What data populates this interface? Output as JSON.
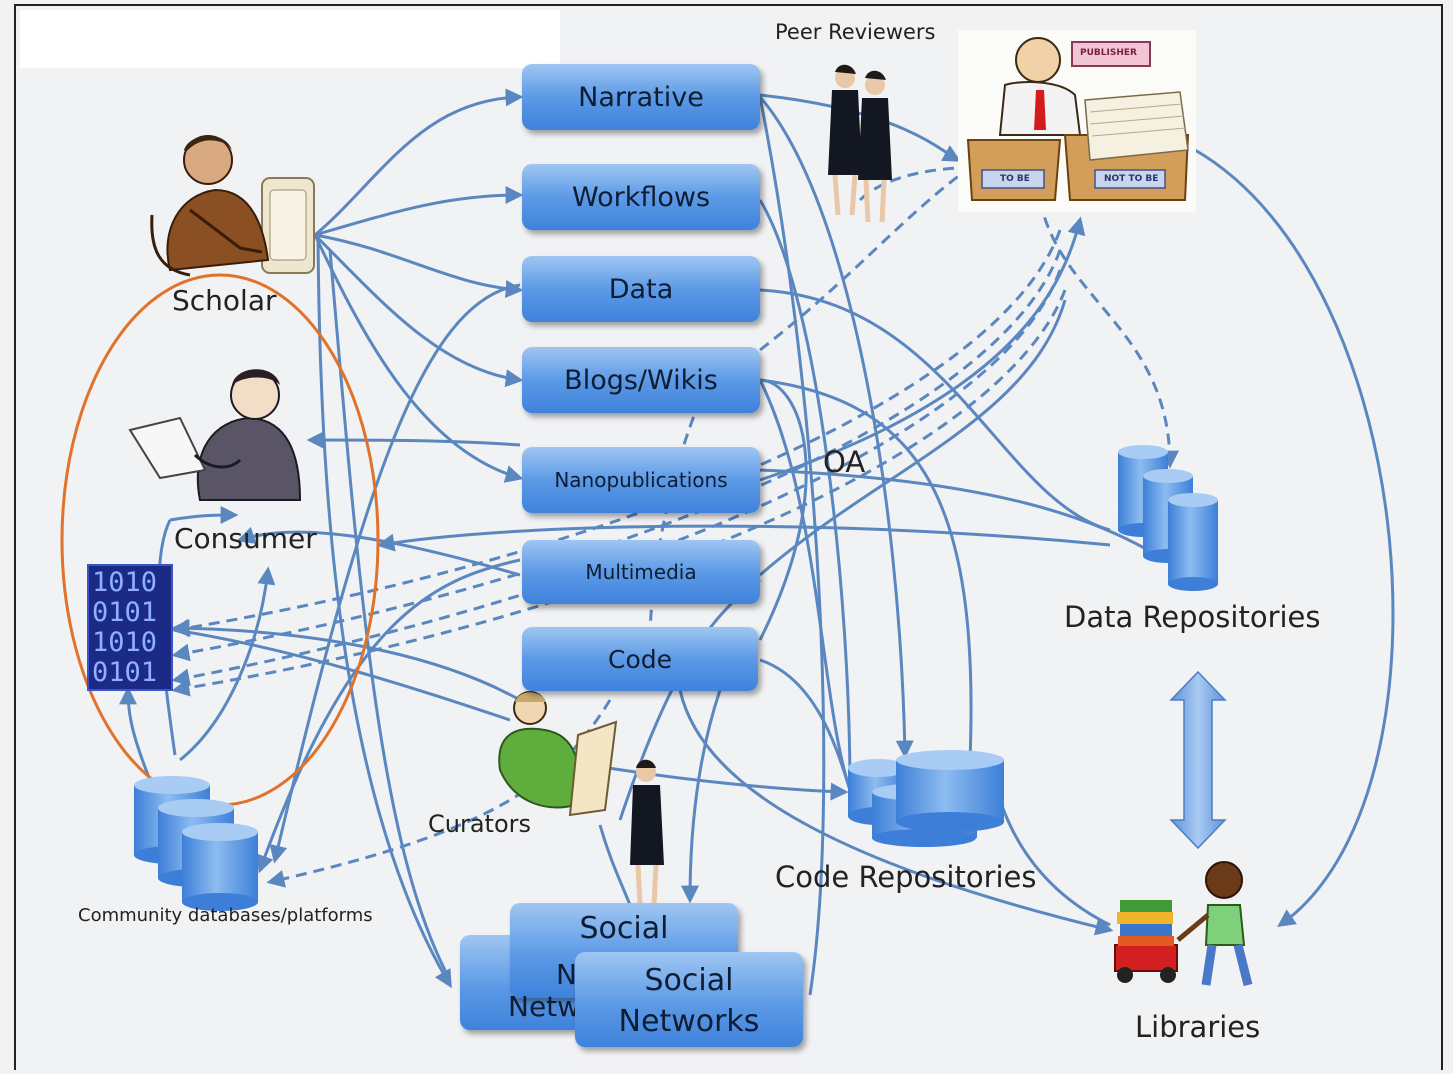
{
  "nodes": {
    "narrative": "Narrative",
    "workflows": "Workflows",
    "data": "Data",
    "blogs_wikis": "Blogs/Wikis",
    "nanopublications": "Nanopublications",
    "multimedia": "Multimedia",
    "code": "Code"
  },
  "actors": {
    "peer_reviewers": "Peer Reviewers",
    "scholar": "Scholar",
    "consumer": "Consumer",
    "curators": "Curators",
    "data_repositories": "Data Repositories",
    "code_repositories": "Code Repositories",
    "libraries": "Libraries",
    "community": "Community databases/platforms",
    "oa": "OA",
    "publisher_sign": "PUBLISHER",
    "tray_to_be": "TO BE",
    "tray_not_to_be": "NOT TO BE",
    "binary_text": "1010\n0101\n1010\n0101"
  },
  "social_networks": {
    "back_line1": "Social",
    "mid_fragment1": "N",
    "mid_fragment2": "Netw",
    "front_line1": "Social",
    "front_line2": "Networks"
  },
  "colors": {
    "box_top": "#9fc6f2",
    "box_bottom": "#3f82dc",
    "arrow": "#5b87c0",
    "consumer_ellipse": "#e0722a"
  }
}
